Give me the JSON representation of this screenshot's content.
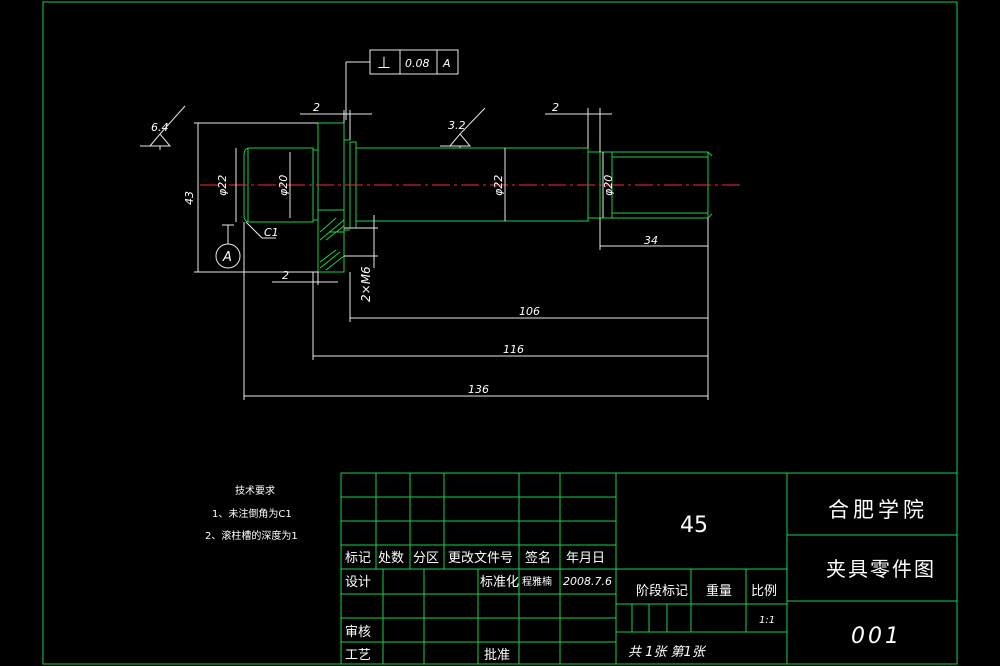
{
  "dims": {
    "d_2_top_left": "2",
    "d_2_top_right": "2",
    "d_2_bottom": "2",
    "d_43": "43",
    "d_phi22_left": "φ22",
    "d_phi20_left": "φ20",
    "d_phi22_mid": "φ22",
    "d_phi20_right": "φ20",
    "d_34": "34",
    "d_106": "106",
    "d_116": "116",
    "d_136": "136",
    "hole": "2×M6",
    "chamfer": "C1"
  },
  "roughness": {
    "left": "6.4",
    "mid": "3.2"
  },
  "tolerance": {
    "symbol": "⊥",
    "value": "0.08",
    "datum": "A"
  },
  "datum_label": "A",
  "notes": {
    "title": "技术要求",
    "line1": "1、未注倒角为C1",
    "line2": "2、滚柱槽的深度为1"
  },
  "title_block": {
    "h_biaoji": "标记",
    "h_chushu": "处数",
    "h_fenqu": "分区",
    "h_gengai": "更改文件号",
    "h_qianming": "签名",
    "h_nianyueri": "年月日",
    "sheji": "设计",
    "biaozhunhua": "标准化",
    "signer": "程雅楠",
    "date": "2008.7.6",
    "shenhe": "审核",
    "gongyi": "工艺",
    "pizhun": "批准",
    "material": "45",
    "jieduan": "阶段标记",
    "zhongliang": "重量",
    "bili": "比例",
    "scale": "1:1",
    "sheets": "共 1张 第1张",
    "school": "合肥学院",
    "part_name": "夹具零件图",
    "drawing_no": "001"
  }
}
